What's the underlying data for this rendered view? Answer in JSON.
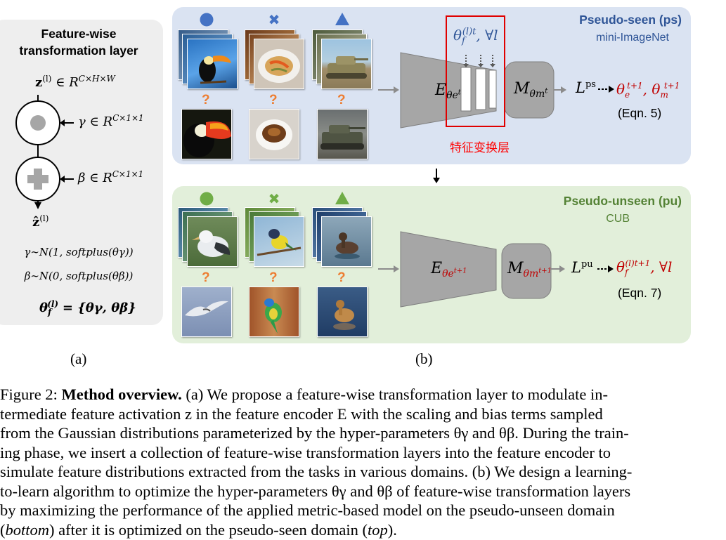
{
  "panel_a": {
    "title_line1": "Feature-wise",
    "title_line2": "transformation layer",
    "z_in": "z⁽ˡ⁾ ∈ R^{C×H×W}",
    "z_in_sym": "z",
    "z_in_sup": "(l)",
    "z_in_space": "∈ R",
    "z_in_dims": "C×H×W",
    "gamma_sym": "γ ∈ R",
    "gamma_dims": "C×1×1",
    "beta_sym": "β ∈ R",
    "beta_dims": "C×1×1",
    "z_out_sym": "ẑ",
    "z_out_sup": "(l)",
    "gamma_dist": "γ∼N(1, softplus(θγ))",
    "beta_dist": "β∼N(0, softplus(θβ))",
    "theta_lhs": "θ",
    "theta_sub": "f",
    "theta_sup": "(l)",
    "theta_rhs": "= {θγ, θβ}",
    "label": "(a)"
  },
  "panel_ps": {
    "title": "Pseudo-seen (ps)",
    "dataset": "mini-ImageNet",
    "query_mark": "?",
    "encoder": "E",
    "encoder_sub": "θe",
    "encoder_sup": "t",
    "metric": "M",
    "metric_sub": "θm",
    "metric_sup": "t",
    "theta_ft": "θ",
    "theta_ft_sub": "f",
    "theta_ft_sup": "(l)t",
    "theta_ft_tail": ", ∀l",
    "loss": "L",
    "loss_sup": "ps",
    "update": "θe^{t+1}, θm^{t+1}",
    "update_a": "θ",
    "update_a_sub": "e",
    "update_a_sup": "t+1",
    "update_b": "θ",
    "update_b_sub": "m",
    "update_b_sup": "t+1",
    "eqn": "(Eqn. 5)",
    "annotation": "特征变换层"
  },
  "panel_pu": {
    "title": "Pseudo-unseen (pu)",
    "dataset": "CUB",
    "query_mark": "?",
    "encoder": "E",
    "encoder_sub": "θe",
    "encoder_sup": "t+1",
    "metric": "M",
    "metric_sub": "θm",
    "metric_sup": "t+1",
    "loss": "L",
    "loss_sup": "pu",
    "update": "θ",
    "update_sub": "f",
    "update_sup": "(l)t+1",
    "update_tail": ", ∀l",
    "eqn": "(Eqn. 7)",
    "label": "(b)"
  },
  "colors": {
    "ps_bg": "#dae3f2",
    "pu_bg": "#e2efda",
    "ps_title": "#2f5597",
    "pu_title": "#548235",
    "highlight": "#c00000",
    "annotation": "#ff0000",
    "query": "#ed7d31",
    "block": "#a6a6a6"
  },
  "caption": {
    "line1_a": "Figure 2: ",
    "line1_b": "Method overview.",
    "line1_c": " (a) We propose a feature-wise transformation layer to modulate in-",
    "line2": "termediate feature activation z in the feature encoder E with the scaling and bias terms sampled",
    "line3": "from the Gaussian distributions parameterized by the hyper-parameters θγ and θβ. During the train-",
    "line4": "ing phase, we insert a collection of feature-wise transformation layers into the feature encoder to",
    "line5": "simulate feature distributions extracted from the tasks in various domains. (b) We design a learning-",
    "line6": "to-learn algorithm to optimize the hyper-parameters θγ and θβ of feature-wise transformation layers",
    "line7": "by maximizing the performance of the applied metric-based model on the pseudo-unseen domain",
    "line8_a": "(",
    "line8_b": "bottom",
    "line8_c": ") after it is optimized on the pseudo-seen domain (",
    "line8_d": "top",
    "line8_e": ")."
  }
}
